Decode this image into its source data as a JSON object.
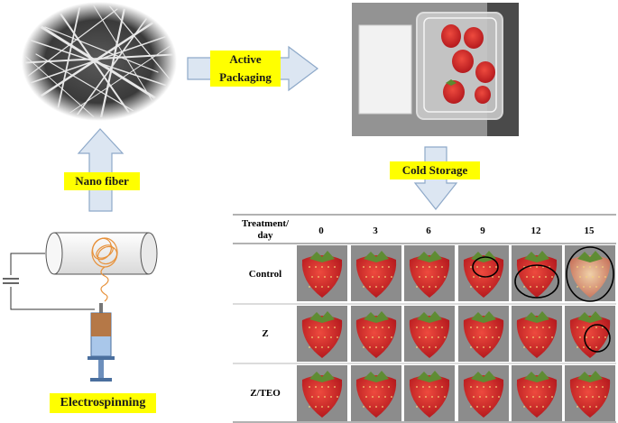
{
  "labels": {
    "active_packaging_line1": "Active",
    "active_packaging_line2": "Packaging",
    "nano_fiber": "Nano fiber",
    "cold_storage": "Cold Storage",
    "electrospinning": "Electrospinning"
  },
  "table": {
    "corner_line1": "Treatment/",
    "corner_line2": "day",
    "days": [
      "0",
      "3",
      "6",
      "9",
      "12",
      "15"
    ],
    "treatments": [
      "Control",
      "Z",
      "Z/TEO"
    ]
  },
  "colors": {
    "label_fill": "#ffff00",
    "arrow_fill": "#dce6f2",
    "arrow_stroke": "#8ea9c9",
    "strawberry": "#d8282a",
    "cell_bg": "#8c8c8c"
  }
}
